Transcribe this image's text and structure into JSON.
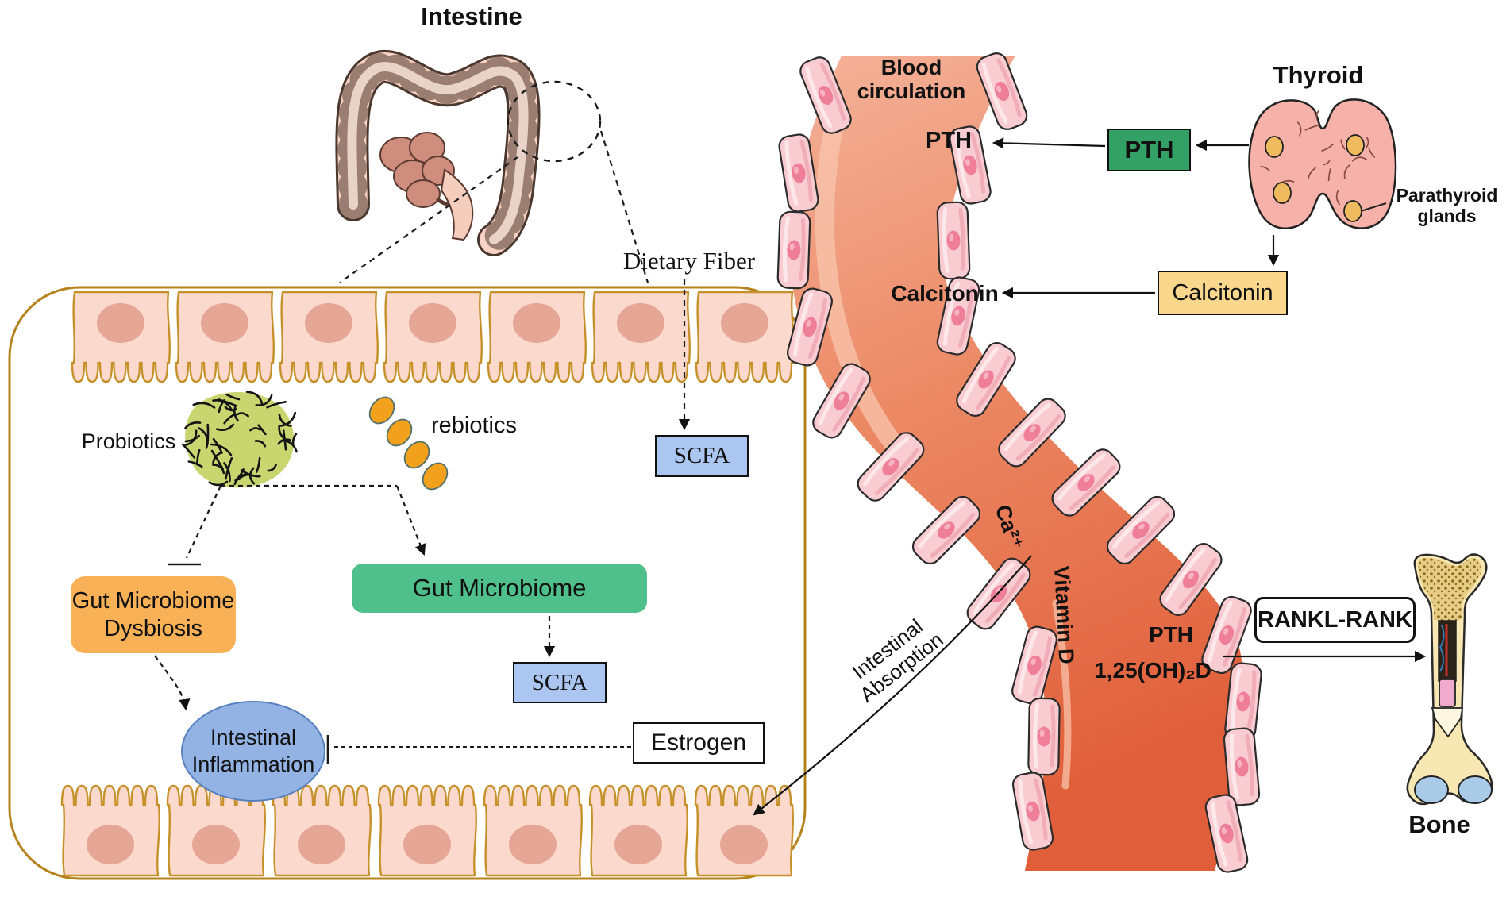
{
  "titles": {
    "intestine": "Intestine",
    "thyroid": "Thyroid",
    "bone": "Bone"
  },
  "panel": {
    "dietary_fiber": "Dietary Fiber",
    "probiotics": "Probiotics",
    "prebiotics": "rebiotics",
    "scfa_top": "SCFA",
    "scfa_mid": "SCFA",
    "gut_microbiome": "Gut Microbiome",
    "dysbiosis_line1": "Gut Microbiome",
    "dysbiosis_line2": "Dysbiosis",
    "inflammation_line1": "Intestinal",
    "inflammation_line2": "Inflammation",
    "estrogen": "Estrogen"
  },
  "vessel": {
    "blood_line1": "Blood",
    "blood_line2": "circulation",
    "pth_free": "PTH",
    "calcitonin_free": "Calcitonin",
    "ca": "Ca²⁺",
    "vitamin_d": "Vitamin D",
    "absorption_line1": "Intestinal",
    "absorption_line2": "Absorption",
    "pth_lower": "PTH",
    "dihydroxy_d": "1,25(OH)₂D"
  },
  "endocrine": {
    "pth_box": "PTH",
    "calcitonin_box": "Calcitonin",
    "parathyroid_line1": "Parathyroid",
    "parathyroid_line2": "glands"
  },
  "bone_axis": {
    "rankl_rank": "RANKL-RANK"
  },
  "colors": {
    "panel_border": "#b5831d",
    "cell_outline": "#c6902a",
    "cell_fill": "#fbdacd",
    "cell_nucleus": "#e2a08f",
    "scfa_fill": "#abc6f0",
    "gut_microbiome_box": "#4fbf8b",
    "dysbiosis_box": "#f8b156",
    "inflammation_ellipse": "#93b3e4",
    "pth_box": "#33a066",
    "calcitonin_box": "#f9d88d",
    "vessel_top": "#f3b098",
    "vessel_bottom": "#e2613c",
    "vessel_wall_cell": "#f9ccd1",
    "probiotics_blob": "#c9d66f",
    "prebiotics_beads": "#f2a11d",
    "thyroid": "#f6b2a8",
    "parathyroid": "#f0ba5e",
    "bone_fill": "#f7e7b2",
    "condyle": "#a9cbe8"
  }
}
